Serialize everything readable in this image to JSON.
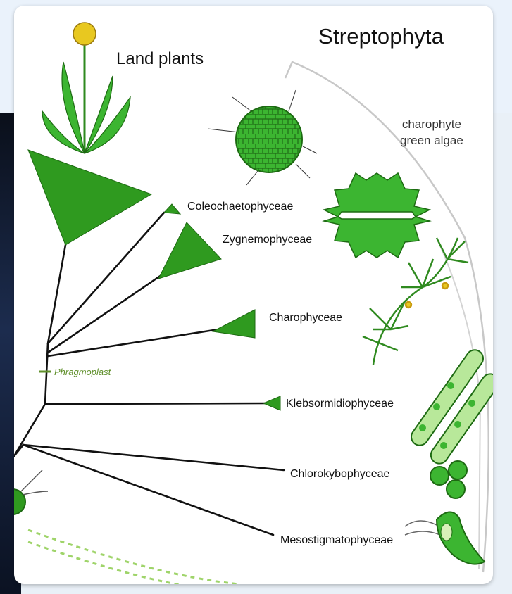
{
  "title": "Streptophyta",
  "land_plants": "Land plants",
  "charophyte_label": [
    "charophyte",
    "green algae"
  ],
  "clades": [
    "Coleochaetophyceae",
    "Zygnemophyceae",
    "Charophyceae",
    "Klebsormidiophyceae",
    "Chlorokybophyceae",
    "Mesostigmatophyceae"
  ],
  "marker": "Phragmoplast",
  "colors": {
    "clade_green": "#2f9a1f",
    "cell_green": "#3cb531",
    "line": "#111111",
    "phragmoplast": "#5f8f2a",
    "bracket": "#c8c8c8"
  }
}
